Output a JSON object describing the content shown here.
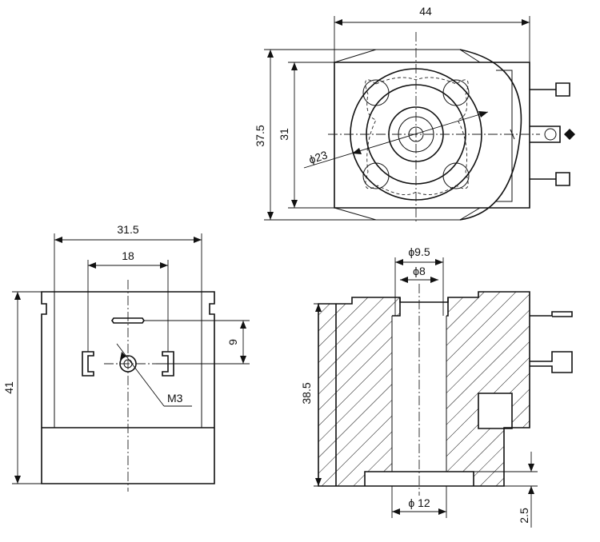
{
  "dimensions": {
    "top_width": "44",
    "top_height_outer": "37.5",
    "top_height_inner": "31",
    "top_diameter": "ϕ23",
    "front_width": "31.5",
    "front_pin_spacing": "18",
    "front_height": "41",
    "front_pin_offset": "9",
    "front_thread": "M3",
    "section_bore_outer": "ϕ9.5",
    "section_bore_inner": "ϕ8",
    "section_height": "38.5",
    "section_bottom_bore": "ϕ 12",
    "section_recess": "2.5"
  }
}
